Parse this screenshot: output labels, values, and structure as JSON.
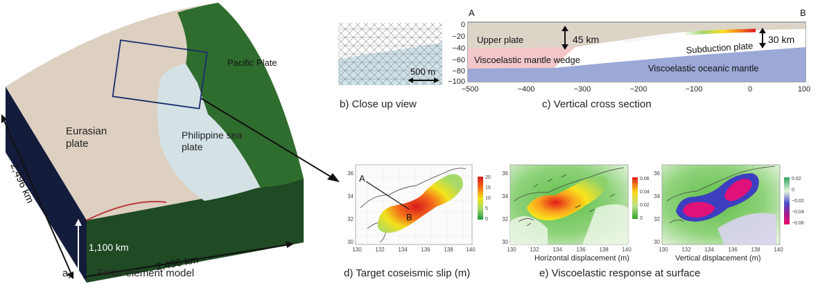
{
  "model": {
    "caption_letter": "a)",
    "caption": "Finite-element model",
    "eurasian": [
      "Eurasian",
      "plate"
    ],
    "pacific": "Pacific Plate",
    "philippine": [
      "Philippine sea",
      "plate"
    ],
    "depth": "1,100 km",
    "width_front": "2,496 km",
    "width_side": "2,496 km"
  },
  "closeup": {
    "caption": "b) Close up view",
    "scale": "500 m"
  },
  "cross_section": {
    "caption": "c) Vertical cross section",
    "end_a": "A",
    "end_b": "B",
    "upper_plate": "Upper plate",
    "thickness_upper": "45 km",
    "thickness_slab": "30 km",
    "wedge": "Viscoelastic mantle wedge",
    "slab": "Subduction plate",
    "oceanic": "Viscoelastic oceanic mantle",
    "y_ticks": [
      "0",
      "−20",
      "−40",
      "−60",
      "−80",
      "−100"
    ],
    "x_ticks": [
      "−500",
      "−400",
      "−300",
      "−200",
      "−100",
      "0",
      "100"
    ]
  },
  "slip_map": {
    "caption": "d) Target coseismic slip (m)",
    "point_a": "A",
    "point_b": "B",
    "lat_ticks": [
      "36",
      "34",
      "32",
      "30"
    ],
    "lon_ticks": [
      "130",
      "132",
      "134",
      "136",
      "138",
      "140"
    ],
    "colorbar": [
      "20",
      "15",
      "10",
      "5",
      "0"
    ]
  },
  "response": {
    "caption": "e) Viscoelastic response at surface",
    "horizontal": {
      "title": "Horizontal displacement (m)",
      "lat_ticks": [
        "36",
        "34",
        "32",
        "30"
      ],
      "lon_ticks": [
        "130",
        "132",
        "134",
        "136",
        "138",
        "140"
      ],
      "colorbar": [
        "0.06",
        "0.04",
        "0.02",
        "0"
      ]
    },
    "vertical": {
      "title": "Vertical displacement (m)",
      "lat_ticks": [
        "36",
        "34",
        "32",
        "30"
      ],
      "lon_ticks": [
        "130",
        "132",
        "134",
        "136",
        "138",
        "140"
      ],
      "colorbar": [
        "0.02",
        "0",
        "−0.02",
        "−0.04",
        "−0.06"
      ]
    }
  }
}
